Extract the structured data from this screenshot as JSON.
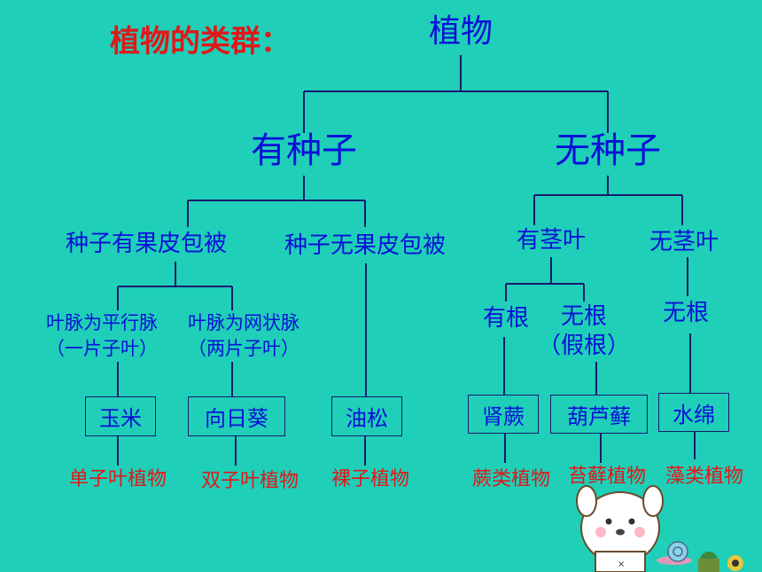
{
  "heading": "植物的类群：",
  "root": "植物",
  "seed": "有种子",
  "noseed": "无种子",
  "angio": "种子有果皮包被",
  "gymno": "种子无果皮包被",
  "stemleaf": "有茎叶",
  "nostemleaf": "无茎叶",
  "mono_line1": "叶脉为平行脉",
  "mono_line2": "（一片子叶）",
  "dicot_line1": "叶脉为网状脉",
  "dicot_line2": "（两片子叶）",
  "root_yes": "有根",
  "root_no_line1": "无根",
  "root_no_line2": "（假根）",
  "root_none": "无根",
  "ex_corn": "玉米",
  "ex_sunflower": "向日葵",
  "ex_pine": "油松",
  "ex_fern": "肾蕨",
  "ex_moss": "葫芦藓",
  "ex_alga": "水绵",
  "cat_mono": "单子叶植物",
  "cat_dicot": "双子叶植物",
  "cat_gymno": "裸子植物",
  "cat_fern": "蕨类植物",
  "cat_moss": "苔藓植物",
  "cat_alga": "藻类植物"
}
